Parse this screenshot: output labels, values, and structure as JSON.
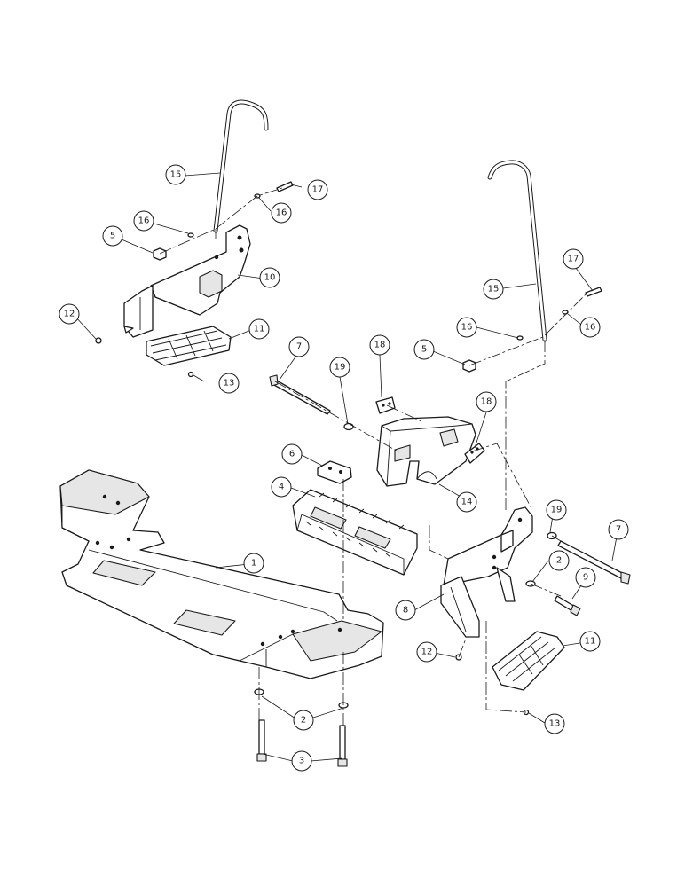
{
  "diagram": {
    "callouts": [
      {
        "id": "c1",
        "label": "1"
      },
      {
        "id": "c2a",
        "label": "2"
      },
      {
        "id": "c2b",
        "label": "2"
      },
      {
        "id": "c3",
        "label": "3"
      },
      {
        "id": "c4",
        "label": "4"
      },
      {
        "id": "c5a",
        "label": "5"
      },
      {
        "id": "c5b",
        "label": "5"
      },
      {
        "id": "c6",
        "label": "6"
      },
      {
        "id": "c7a",
        "label": "7"
      },
      {
        "id": "c7b",
        "label": "7"
      },
      {
        "id": "c8",
        "label": "8"
      },
      {
        "id": "c9",
        "label": "9"
      },
      {
        "id": "c10",
        "label": "10"
      },
      {
        "id": "c11a",
        "label": "11"
      },
      {
        "id": "c11b",
        "label": "11"
      },
      {
        "id": "c12a",
        "label": "12"
      },
      {
        "id": "c12b",
        "label": "12"
      },
      {
        "id": "c13a",
        "label": "13"
      },
      {
        "id": "c13b",
        "label": "13"
      },
      {
        "id": "c14",
        "label": "14"
      },
      {
        "id": "c15a",
        "label": "15"
      },
      {
        "id": "c15b",
        "label": "15"
      },
      {
        "id": "c16a",
        "label": "16"
      },
      {
        "id": "c16b",
        "label": "16"
      },
      {
        "id": "c16c",
        "label": "16"
      },
      {
        "id": "c16d",
        "label": "16"
      },
      {
        "id": "c17a",
        "label": "17"
      },
      {
        "id": "c17b",
        "label": "17"
      },
      {
        "id": "c18a",
        "label": "18"
      },
      {
        "id": "c18b",
        "label": "18"
      },
      {
        "id": "c19a",
        "label": "19"
      },
      {
        "id": "c19b",
        "label": "19"
      }
    ]
  }
}
